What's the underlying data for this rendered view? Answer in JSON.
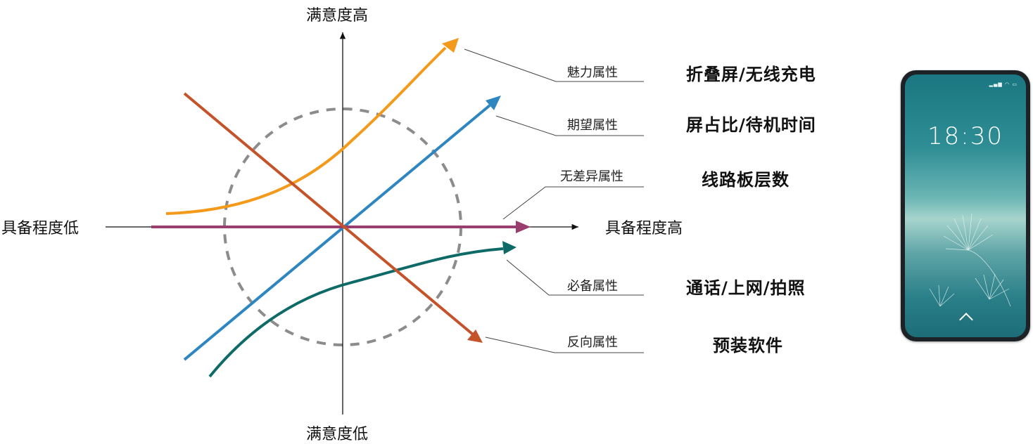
{
  "axes": {
    "y_top": "满意度高",
    "y_bottom": "满意度低",
    "x_left": "具备程度低",
    "x_right": "具备程度高"
  },
  "attributes": [
    {
      "category": "魅力属性",
      "example": "折叠屏/无线充电",
      "color": "#F39A1A"
    },
    {
      "category": "期望属性",
      "example": "屏占比/待机时间",
      "color": "#2E86C1"
    },
    {
      "category": "无差异属性",
      "example": "线路板层数",
      "color": "#993E6E"
    },
    {
      "category": "必备属性",
      "example": "通话/上网/拍照",
      "color": "#0E6A67"
    },
    {
      "category": "反向属性",
      "example": "预装软件",
      "color": "#C5532A"
    }
  ],
  "circle_color": "#8C8C8C",
  "phone": {
    "time": "18:30",
    "icons": [
      "signal-icon",
      "wifi-icon",
      "battery-icon"
    ]
  }
}
